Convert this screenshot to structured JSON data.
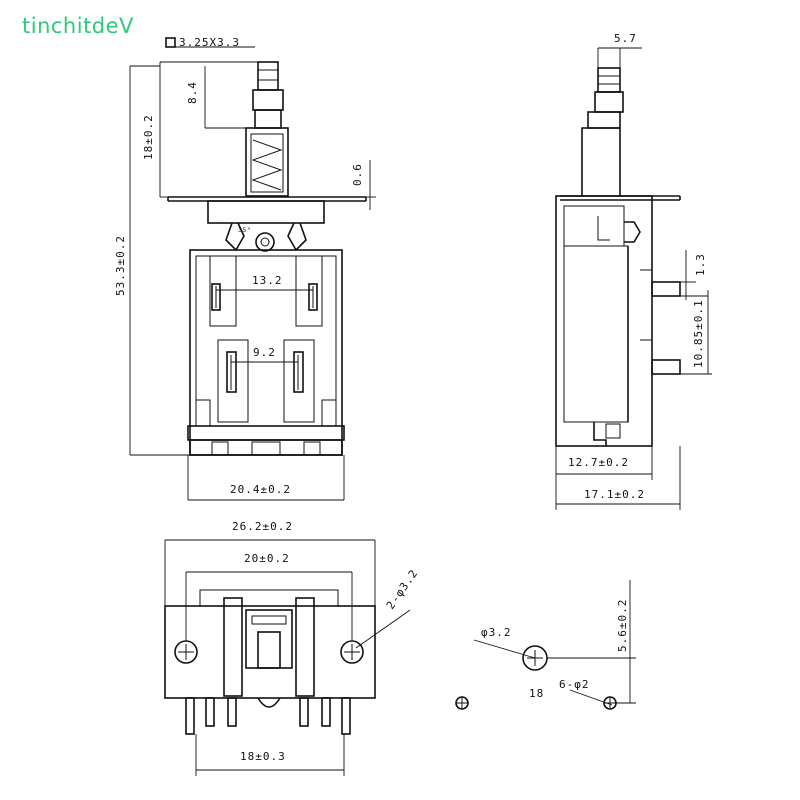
{
  "watermark": "tinchitdeV",
  "dimensions": {
    "square_3_25x3_3": "3.25X3.3",
    "d_8_4": "8.4",
    "d_18": "18±0.2",
    "d_0_6": "0.6",
    "d_53_3": "53.3±0.2",
    "d_13_2": "13.2",
    "d_9_2": "9.2",
    "d_20_4": "20.4±0.2",
    "d_5_7": "5.7",
    "d_1_3": "1.3",
    "d_10_85": "10.85±0.1",
    "d_12_7": "12.7±0.2",
    "d_17_1": "17.1±0.2",
    "d_26_2": "26.2±0.2",
    "d_20": "20±0.2",
    "d_2_phi_3_2": "2-φ3.2",
    "d_18_03": "18±0.3",
    "d_phi_3_2": "φ3.2",
    "d_5_6": "5.6±0.2",
    "d_6_phi_2": "6-φ2",
    "d_18_plain": "18",
    "d_small_label": "35°"
  }
}
